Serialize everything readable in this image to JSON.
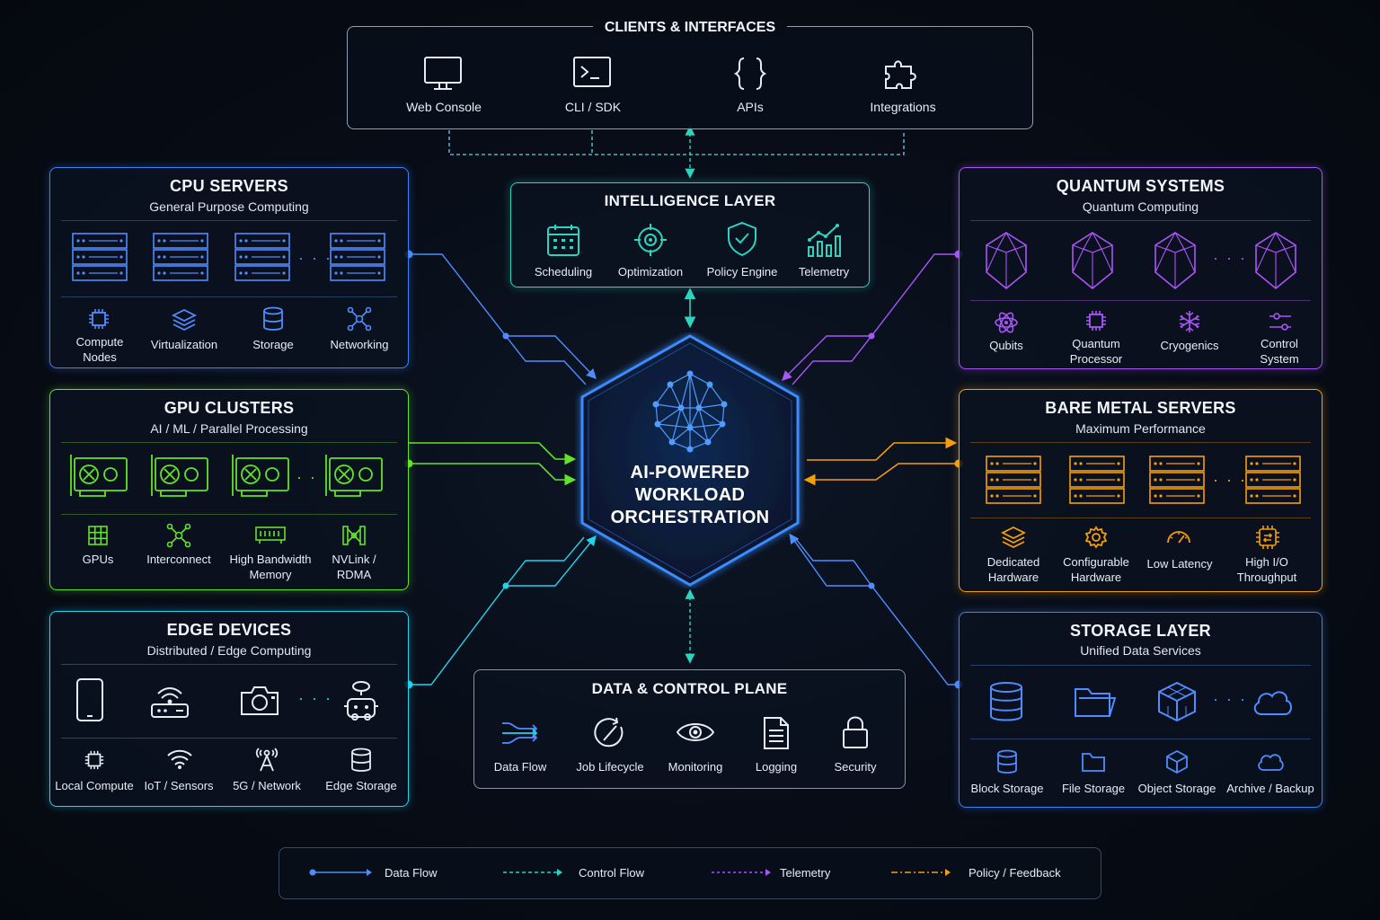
{
  "clients": {
    "title": "CLIENTS & INTERFACES",
    "items": [
      "Web Console",
      "CLI / SDK",
      "APIs",
      "Integrations"
    ]
  },
  "intelligence": {
    "title": "INTELLIGENCE LAYER",
    "items": [
      "Scheduling",
      "Optimization",
      "Policy Engine",
      "Telemetry"
    ]
  },
  "core": {
    "line1": "AI-POWERED",
    "line2": "WORKLOAD",
    "line3": "ORCHESTRATION"
  },
  "cpu": {
    "title": "CPU SERVERS",
    "subtitle": "General Purpose Computing",
    "items": [
      {
        "l1": "Compute",
        "l2": "Nodes"
      },
      {
        "l1": "Virtualization",
        "l2": ""
      },
      {
        "l1": "Storage",
        "l2": ""
      },
      {
        "l1": "Networking",
        "l2": ""
      }
    ]
  },
  "gpu": {
    "title": "GPU CLUSTERS",
    "subtitle": "AI / ML / Parallel Processing",
    "items": [
      {
        "l1": "GPUs",
        "l2": ""
      },
      {
        "l1": "Interconnect",
        "l2": ""
      },
      {
        "l1": "High Bandwidth",
        "l2": "Memory"
      },
      {
        "l1": "NVLink /",
        "l2": "RDMA"
      }
    ]
  },
  "edge": {
    "title": "EDGE DEVICES",
    "subtitle": "Distributed / Edge Computing",
    "items": [
      "Local Compute",
      "IoT / Sensors",
      "5G / Network",
      "Edge Storage"
    ]
  },
  "quantum": {
    "title": "QUANTUM SYSTEMS",
    "subtitle": "Quantum Computing",
    "items": [
      {
        "l1": "Qubits",
        "l2": ""
      },
      {
        "l1": "Quantum",
        "l2": "Processor"
      },
      {
        "l1": "Cryogenics",
        "l2": ""
      },
      {
        "l1": "Control",
        "l2": "System"
      }
    ]
  },
  "baremetal": {
    "title": "BARE METAL SERVERS",
    "subtitle": "Maximum Performance",
    "items": [
      {
        "l1": "Dedicated",
        "l2": "Hardware"
      },
      {
        "l1": "Configurable",
        "l2": "Hardware"
      },
      {
        "l1": "Low Latency",
        "l2": ""
      },
      {
        "l1": "High I/O",
        "l2": "Throughput"
      }
    ]
  },
  "storage": {
    "title": "STORAGE LAYER",
    "subtitle": "Unified Data Services",
    "items": [
      "Block Storage",
      "File Storage",
      "Object Storage",
      "Archive / Backup"
    ]
  },
  "dataplane": {
    "title": "DATA & CONTROL PLANE",
    "items": [
      "Data Flow",
      "Job Lifecycle",
      "Monitoring",
      "Logging",
      "Security"
    ]
  },
  "legend": {
    "items": [
      "Data Flow",
      "Control Flow",
      "Telemetry",
      "Policy / Feedback"
    ]
  },
  "ellipsis": "· · ·",
  "colors": {
    "cpu": "#3b82f6",
    "gpu": "#62e32a",
    "edge": "#22d3ee",
    "quantum": "#a855f7",
    "baremetal": "#f59e0b",
    "storage": "#3b82f6",
    "core": "#3b8cff",
    "intelligence": "#2dd4bf"
  }
}
